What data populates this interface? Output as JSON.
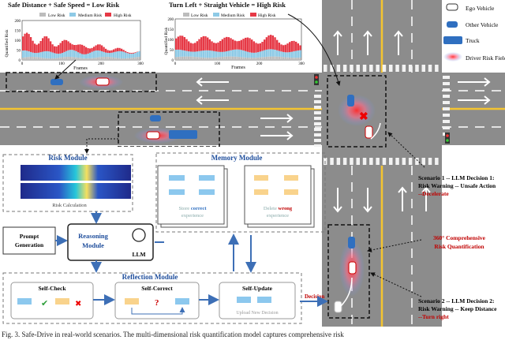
{
  "chart_top_left": {
    "title": "Safe Distance + Safe Speed = Low Risk",
    "legend": [
      "Low Risk",
      "Medium Risk",
      "High Risk"
    ],
    "ylabel": "Quantified Risk",
    "xlabel": "Frames",
    "ticks_x": [
      "0",
      "100",
      "200",
      "300"
    ],
    "ticks_y": [
      "0",
      "50",
      "100",
      "150",
      "200"
    ],
    "xlim": [
      0,
      300
    ],
    "ylim": [
      0,
      200
    ]
  },
  "chart_top_right": {
    "title": "Turn Left + Straight Vehicle = High Risk",
    "legend": [
      "Low Risk",
      "Medium Risk",
      "High Risk"
    ],
    "ylabel": "Quantified Risk",
    "xlabel": "Frames",
    "ticks_x": [
      "0",
      "100",
      "200",
      "300"
    ],
    "ticks_y": [
      "0",
      "50",
      "100",
      "150",
      "200"
    ],
    "xlim": [
      0,
      300
    ],
    "ylim": [
      0,
      200
    ]
  },
  "legend_right": {
    "ego": "Ego Vehicle",
    "other": "Other Vehicle",
    "truck": "Truck",
    "field": "Driver Risk Field"
  },
  "risk_module": {
    "title": "Risk Module",
    "caption": "Risk Calculation"
  },
  "memory_module": {
    "title": "Memory Module",
    "store_pre": "Store ",
    "store_hl": "correct",
    "store_post": "experience",
    "delete_pre": "Delete ",
    "delete_hl": "wrong",
    "delete_post": "experience"
  },
  "prompt": {
    "line1": "Prompt",
    "line2": "Generation"
  },
  "reasoning": {
    "line1": "Reasoning",
    "line2": "Module",
    "llm": "LLM"
  },
  "reflection": {
    "title": "Reflection Module",
    "self_check": "Self-Check",
    "self_correct": "Self-Correct",
    "self_update": "Self-Update",
    "upload": "Upload New Decision",
    "question": "?"
  },
  "decision_label": "Decision",
  "scenario1": {
    "line1": "Scenario 1 -- LLM Decision 1:",
    "line2": "Risk Warning -- Unsafe Action",
    "line3": "--Decelerate"
  },
  "comprehensive": {
    "line1": "360° Comprehensive",
    "line2": "Risk Quantification"
  },
  "scenario2": {
    "line1": "Scenario 2 -- LLM Decision 2:",
    "line2": "Risk Warning -- Keep Distance",
    "line3": "--Turn right"
  },
  "caption": "Fig. 3. Safe-Drive in real-world scenarios. The multi-dimensional risk quantification model captures comprehensive risk",
  "colors": {
    "low": "#bdbdbd",
    "medium": "#8ecae6",
    "high": "#e63946",
    "road": "#8c8c8c",
    "lane_yellow": "#f4c430",
    "risk_title": "#1f4e9c",
    "red_text": "#c00000",
    "memory_blue": "#8cc8ee",
    "memory_orange": "#f9d38c"
  }
}
